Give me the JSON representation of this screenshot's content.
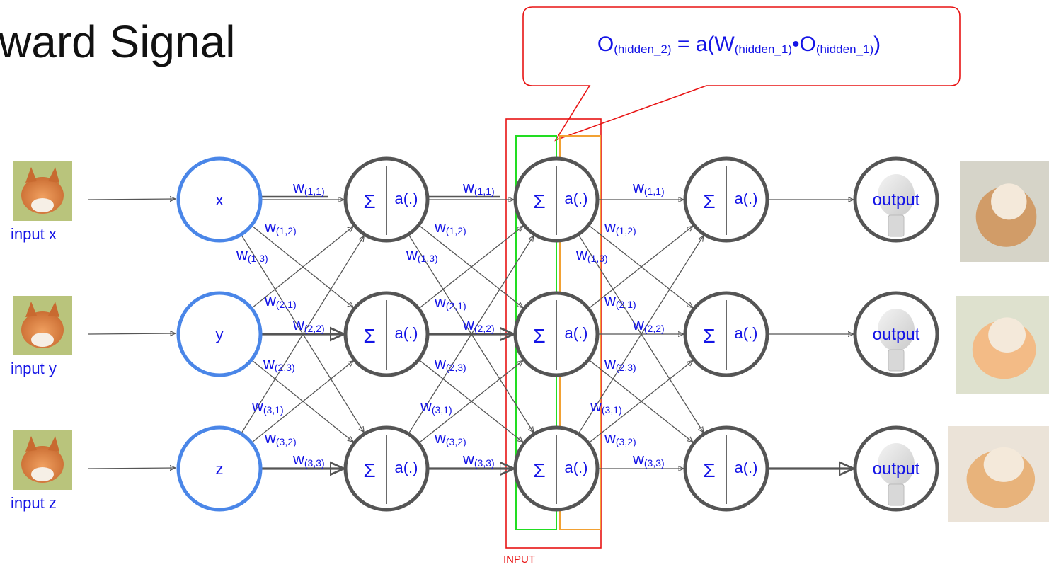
{
  "title": "ward Signal",
  "formula": {
    "lhs_O": "O",
    "lhs_sub": "(hidden_2)",
    "eq_a": " = a(W",
    "w_sub": "(hidden_1)",
    "dot_O": "•O",
    "o_sub": "(hidden_1)",
    "close": ")"
  },
  "input_labels": [
    "input x",
    "input y",
    "input z"
  ],
  "input_nodes": [
    "x",
    "y",
    "z"
  ],
  "sigma": "Σ",
  "activation": "a(.)",
  "output_label": "output",
  "box_label": "INPUT",
  "weights": {
    "w11": "(1,1)",
    "w12": "(1,2)",
    "w13": "(1,3)",
    "w21": "(2,1)",
    "w22": "(2,2)",
    "w23": "(2,3)",
    "w31": "(3,1)",
    "w32": "(3,2)",
    "w33": "(3,3)"
  },
  "weight_letter": "w",
  "colors": {
    "input_node": "#4a86e8",
    "hidden_node": "#555555",
    "weight_text": "#1414e6",
    "highlight_red": "#e81414",
    "highlight_green": "#22dd22",
    "highlight_orange": "#f2a133"
  }
}
